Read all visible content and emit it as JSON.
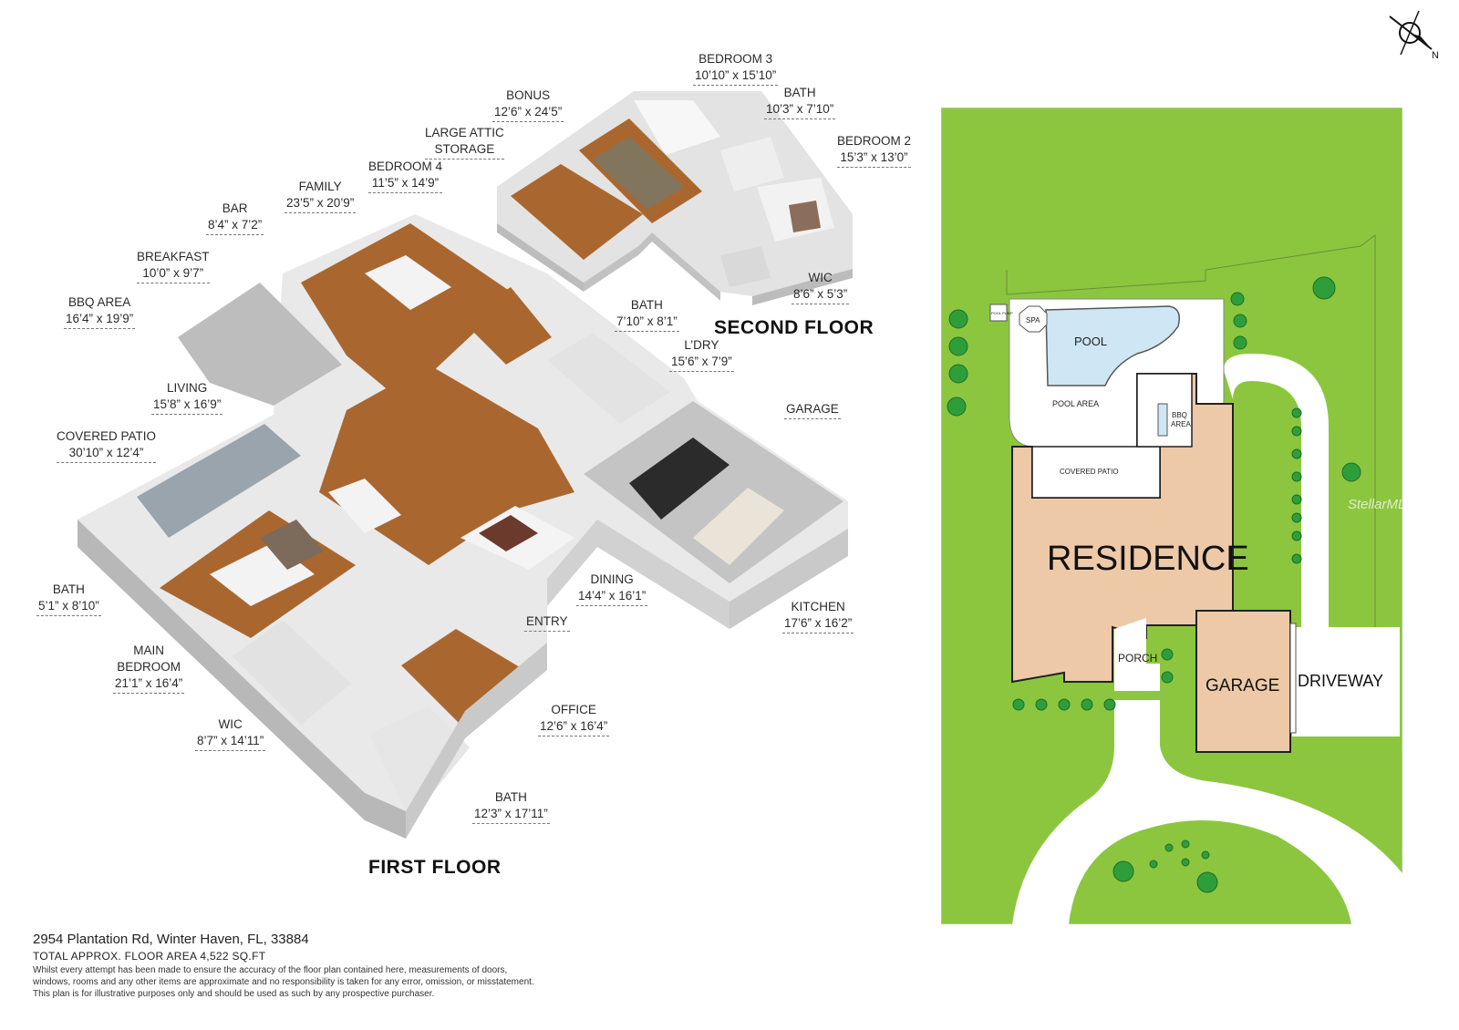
{
  "floors": {
    "second": "SECOND FLOOR",
    "first": "FIRST FLOOR"
  },
  "rooms": [
    {
      "id": "bedroom3",
      "name": "BEDROOM 3",
      "dim": "10’10” x 15’10”"
    },
    {
      "id": "bonus",
      "name": "BONUS",
      "dim": "12’6” x 24’5”"
    },
    {
      "id": "bath-up",
      "name": "BATH",
      "dim": "10’3” x 7’10”"
    },
    {
      "id": "attic",
      "name": "LARGE ATTIC",
      "name2": "STORAGE"
    },
    {
      "id": "bedroom2",
      "name": "BEDROOM 2",
      "dim": "15’3” x 13’0”"
    },
    {
      "id": "bedroom4",
      "name": "BEDROOM 4",
      "dim": "11’5” x 14’9”"
    },
    {
      "id": "family",
      "name": "FAMILY",
      "dim": "23’5” x 20’9”"
    },
    {
      "id": "bar",
      "name": "BAR",
      "dim": "8’4” x 7’2”"
    },
    {
      "id": "breakfast",
      "name": "BREAKFAST",
      "dim": "10’0” x 9’7”"
    },
    {
      "id": "wic-up",
      "name": "WIC",
      "dim": "8’6” x 5’3”"
    },
    {
      "id": "bbq",
      "name": "BBQ AREA",
      "dim": "16’4” x 19’9”"
    },
    {
      "id": "bath-mid",
      "name": "BATH",
      "dim": "7’10” x 8’1”"
    },
    {
      "id": "laundry",
      "name": "L’DRY",
      "dim": "15’6” x 7’9”"
    },
    {
      "id": "living",
      "name": "LIVING",
      "dim": "15’8” x 16’9”"
    },
    {
      "id": "garage",
      "name": "GARAGE"
    },
    {
      "id": "covered-patio",
      "name": "COVERED PATIO",
      "dim": "30’10” x 12’4”"
    },
    {
      "id": "bath-left",
      "name": "BATH",
      "dim": "5’1” x 8’10”"
    },
    {
      "id": "dining",
      "name": "DINING",
      "dim": "14’4” x 16’1”"
    },
    {
      "id": "kitchen",
      "name": "KITCHEN",
      "dim": "17’6” x 16’2”"
    },
    {
      "id": "entry",
      "name": "ENTRY"
    },
    {
      "id": "main-bedroom",
      "name": "MAIN",
      "name2": "BEDROOM",
      "dim": "21’1” x 16’4”"
    },
    {
      "id": "office",
      "name": "OFFICE",
      "dim": "12’6” x 16’4”"
    },
    {
      "id": "wic-main",
      "name": "WIC",
      "dim": "8’7” x 14’11”"
    },
    {
      "id": "bath-main",
      "name": "BATH",
      "dim": "12’3” x 17’11”"
    }
  ],
  "site": {
    "compass": "N",
    "spa": "SPA",
    "pool_pump": "POOL PUMP",
    "pool": "POOL",
    "pool_area": "POOL AREA",
    "bbq_area": "BBQ",
    "bbq_area2": "AREA",
    "covered_patio": "COVERED PATIO",
    "residence": "RESIDENCE",
    "porch": "PORCH",
    "garage": "GARAGE",
    "driveway": "DRIVEWAY",
    "watermark": "StellarMLS"
  },
  "footer": {
    "address": "2954 Plantation Rd, Winter Haven, FL, 33884",
    "total_area": "TOTAL APPROX. FLOOR AREA 4,522 SQ.FT",
    "disclaimer_1": "Whilst every attempt has been made to ensure the accuracy of the floor plan contained here, measurements of doors,",
    "disclaimer_2": "windows, rooms and any other items are approximate and no responsibility is taken for any error, omission, or misstatement.",
    "disclaimer_3": "This plan is for illustrative purposes only and should be used as such by any prospective purchaser."
  },
  "colors": {
    "lawn": "#8cc63f",
    "residence": "#edc9a8",
    "wood": "#a9672f",
    "concrete": "#d7d7d7",
    "wall": "#f4f4f4",
    "pool": "#cfe6f5"
  }
}
